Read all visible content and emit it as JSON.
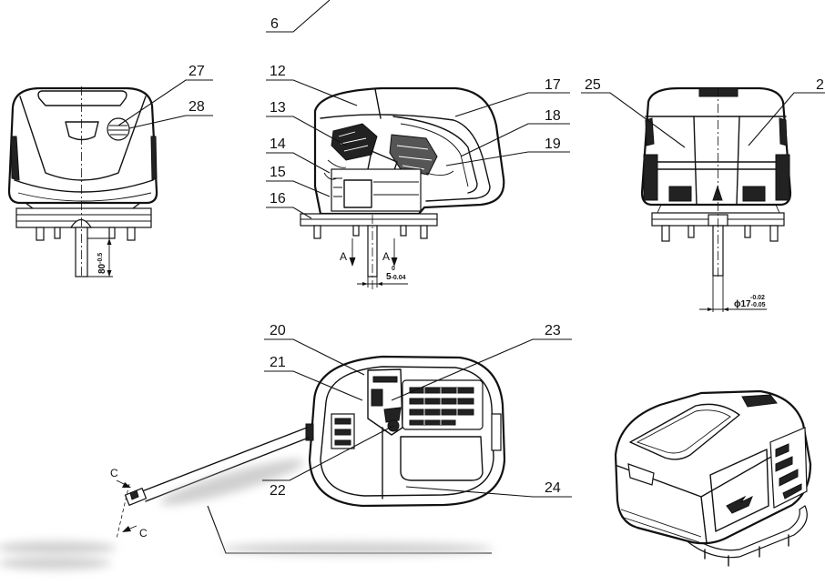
{
  "callouts": {
    "6": "6",
    "12": "12",
    "13": "13",
    "14": "14",
    "15": "15",
    "16": "16",
    "17": "17",
    "18": "18",
    "19": "19",
    "20": "20",
    "21": "21",
    "22": "22",
    "23": "23",
    "24": "24",
    "25": "25",
    "2": "2",
    "27": "27",
    "28": "28"
  },
  "dimensions": {
    "front_shaft_length": {
      "nominal": "80",
      "tolerance": "-0.5"
    },
    "side_shaft_diameter": {
      "nominal": "5",
      "upper": "0",
      "lower": "-0.04"
    },
    "rear_shaft_diameter": {
      "nominal": "ϕ17",
      "upper": "-0.02",
      "lower": "-0.05"
    }
  },
  "section_marks": {
    "a_left": "A",
    "a_right": "A",
    "c_upper": "C",
    "c_lower": "C"
  },
  "colors": {
    "line": "#111111",
    "paper": "#ffffff",
    "redaction": "#c4c4c4"
  }
}
